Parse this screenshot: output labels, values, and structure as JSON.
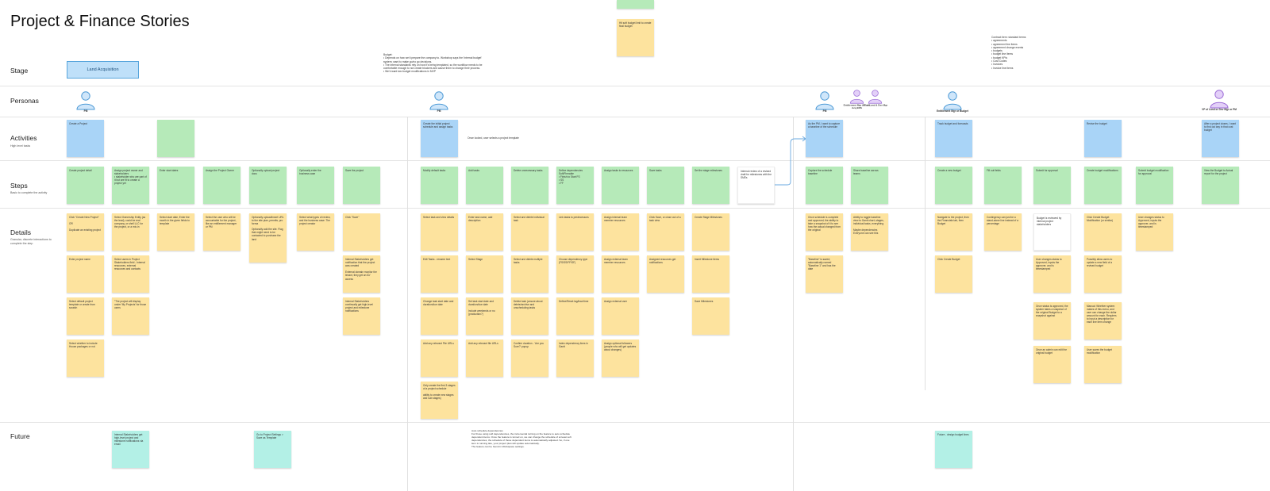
{
  "title": "Project & Finance Stories",
  "lanes": {
    "stage": "Stage",
    "personas": "Personas",
    "activities": "Activities",
    "activities_sub": "High level tasks",
    "steps": "Steps",
    "steps_sub": "Basic to complete the activity",
    "details": "Details",
    "details_sub": "Granular, discrete interactions to complete the step",
    "future": "Future"
  },
  "stage_label": "Land Acquisition",
  "personas": {
    "p1": "PM",
    "p2": "PM",
    "p3": "PM",
    "p4": "Entitlement Mgr & Land Acq EDS",
    "p5": "VP of Land & Dev Mgr",
    "p6": "Entitlement Mgr or Budget",
    "p7": "VP of Land or Dev Mgr or PM"
  },
  "notes": {
    "budget": "Budget:\n• Depends on how we'd prepare the company to. Workshop says the 'internal budget' system; want to make go/no go decisions.\n• The internal standards rely on how it's being templated, so the workflow needs to be comfortable enough to not create blockers and cause them to change their process.\n• We'd want two budget modifications in MVP",
    "template": "Once locked, user selects a project template",
    "contract": "Contract item: standard terms\n• agreements\n• agreement line items\n• agreement change events\n• budgets\n• budget line items\n• budget KPIs\n• Cost Codes\n• Invoices\n• Invoice line items",
    "internal": "Internal review of a revised draft for milestones with the SMEs",
    "future1": "Auto schedule dependencies\nFor those using soft dependencies, the incremental turning on the feature to auto schedule dependent items. Once the feature is turned on, we can change the schedule of at least soft dependencies, the schedule of those dependent items is automatically adjusted. So, if one item is running late, your project plan will update automatically.\nThe feature can be found in Workspace settings."
  },
  "stickies": {
    "top1": "Hit soft budget limit to create final budget",
    "a1": "Create a Project",
    "a2": "",
    "a3": "Create the initial project schedule and assign tasks",
    "a4": "As the PM, I want to capture a baseline of the schedule",
    "a5": "Track budget and forecasts",
    "a6": "Revise the budget",
    "a7": "After a project closes, I want to find out any in that cost budget",
    "s1": "Create project detail",
    "s2": "Assign project owner and stakeholders\n• stakeholder who are part of it but are fit to create a project yet",
    "s3": "Enter start dates",
    "s4": "Assign the Project Owner",
    "s5": "Optionally upload project docs",
    "s6": "Optionally enter the business case",
    "s7": "Save the project",
    "s8": "Modify default tasks",
    "s9": "Add tasks",
    "s10": "Delete unnecessary tasks",
    "s11": "Define dependencies\nSoft/Firmable\n• Finish to Start FS\n• SS\n• FF",
    "s12": "Assign tasks to resources",
    "s13": "Save tasks",
    "s14": "Set the stage milestones",
    "s15": "Capture the schedule baseline",
    "s16": "Share baseline across teams",
    "s17": "Create a new budget",
    "s18": "Fill out fields",
    "s19": "Submit for approval",
    "s20": "Create budget modifications",
    "s21": "Submit budget modification for approval",
    "s22": "View the Budget to Actual report for the project",
    "d1": "Click \"Create New Project\"\n\nOR\n\nDuplicate an existing project",
    "d2": "Select Ownership Entity (as the lead), could be real company, or shell LLC for the project, or a mix-in",
    "d3": "Select start date, Enter the month in the given fields to template",
    "d4": "Select the user who will be accountable for the project, like an entitlement manager or PM",
    "d5": "Optionally upload/insert URL to the site plan, permits, pro forma",
    "d6": "Select what types of review, and the business case. The project creator",
    "d7": "Click \"Save\"",
    "d8": "Select task and view details",
    "d9": "Enter task name, add description",
    "d10": "Select and delete individual task",
    "d11": "Link tasks to predecessors",
    "d12": "Assign internal team member resources",
    "d13": "Click Save, or close out of a task view",
    "d14": "Create Stage Milestones",
    "d15": "Once schedule is complete and approved, the ability to take a snapshot of it to see how the actual changed from the original",
    "d16": "Ability to toggle baseline view to Gantt chart, stages, individual tasks, everything\n\nMaybe dependencies Everyone can see this",
    "d17": "Navigate to the project, then the Financials tab, then Budget",
    "d18": "Contingency can just be a stand-alone line instead of a percentage",
    "d19": "Budget is reviewed by internal project stakeholders",
    "d20": "Click Create Budget Modification (or similar)",
    "d21": "User changes status to Approved, inputs the approver, and is timestamped",
    "d22": "Enter project name",
    "d23": "Select users in Project Stakeholders field - Internal resources, external resources and contacts",
    "d24": "Optionally add the site. Flag that might need to be contacted to purchase the land",
    "d25": "Internal Stakeholders get notification that the project was created\n\nExternal domain monitor the tenant, they get an ID/ access",
    "d26": "Edit Tasks - rename text",
    "d27": "Select Stage",
    "d28": "Select and delete multiple tasks",
    "d29": "Choose dependency type (FS/SS/FF/SF)",
    "d30": "Assign external team member resources",
    "d31": "Assigned resources get notifications",
    "d32": "Insert Milestone items",
    "d33": "\"Baseline\" is saved; automatically named \"Baseline 1\" and has the date",
    "d34": "Click Create Budget",
    "d35": "User changes status to Approved, inputs the approver, and is timestamped",
    "d36": "Possibly allow users to update a new field of a revised budget",
    "d37": "Select default project template or create from scratch",
    "d38": "\"The project will display under 'My Projects' for those users",
    "d39": "Internal Stakeholders continually get high-level project and milestone notifications",
    "d40": "Change task start date and duration/due date",
    "d41": "Set task start date and duration/due date\n\nInclude weekends or no (production?)",
    "d42": "Delete task (unsure about delete/archive and unscheduling tasks",
    "d43": "Define/Reset lag/lead time",
    "d44": "Assign external user",
    "d45": "Save Milestones",
    "d46": "Once status is approved, the system takes a snapshot of the original Budget to a snapshot against",
    "d47": "Manual: Whether system makes of this menu, and user can change the dollar amount for each. Requires to input a description for each line item change",
    "d48": "Select whether to include House packages or not",
    "d49": "Add any relevant File URLs",
    "d50": "Add any relevant file URLs",
    "d51": "Confirm duration - 'Are you Sure?' popup",
    "d52": "Index dependency lines in Gantt",
    "d53": "Assign optional followers (people who will get updates about changes)",
    "d54": "Once an admin can edit the original budget",
    "d55": "User saves the budget modification",
    "d56": "Only create the first 3 stages of a project schedule\n\nability to create new stages and sub stages)",
    "f1": "Internal Stakeholders get high-level project and milestone notifications via email",
    "f2": "Go to Project Settings > Save as Template",
    "f3": "Future - design budget lines",
    "top2": ""
  }
}
